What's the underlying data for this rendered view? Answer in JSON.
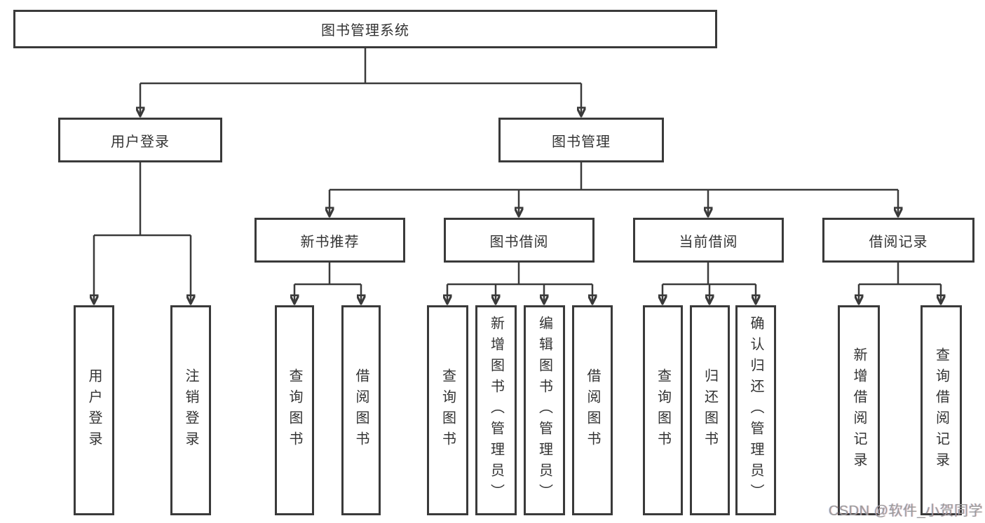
{
  "colors": {
    "line": "#3a3a3a",
    "text": "#333333",
    "background": "#ffffff",
    "watermark": "#9b9b9b"
  },
  "tree": {
    "label": "图书管理系统",
    "children": [
      {
        "label": "用户登录",
        "children": [
          {
            "label": "用户登录"
          },
          {
            "label": "注销登录"
          }
        ]
      },
      {
        "label": "图书管理",
        "children": [
          {
            "label": "新书推荐",
            "children": [
              {
                "label": "查询图书"
              },
              {
                "label": "借阅图书"
              }
            ]
          },
          {
            "label": "图书借阅",
            "children": [
              {
                "label": "查询图书"
              },
              {
                "label": "新增图书（管理员）"
              },
              {
                "label": "编辑图书（管理员）"
              },
              {
                "label": "借阅图书"
              }
            ]
          },
          {
            "label": "当前借阅",
            "children": [
              {
                "label": "查询图书"
              },
              {
                "label": "归还图书"
              },
              {
                "label": "确认归还（管理员）"
              }
            ]
          },
          {
            "label": "借阅记录",
            "children": [
              {
                "label": "新增借阅记录"
              },
              {
                "label": "查询借阅记录"
              }
            ]
          }
        ]
      }
    ]
  },
  "watermark": {
    "text": "CSDN @软件_小贺同学"
  }
}
